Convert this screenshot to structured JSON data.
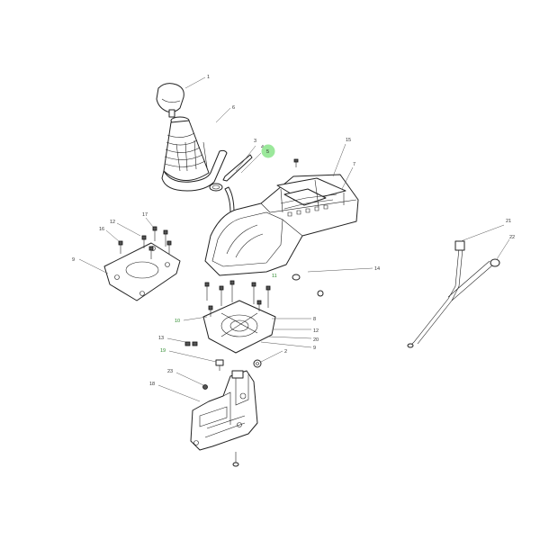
{
  "diagram": {
    "highlight_color": "#9be89b",
    "highlighted_callout": "5",
    "callouts": {
      "c1": "1",
      "c6": "6",
      "c3": "3",
      "c4": "4",
      "c5": "5",
      "c15": "15",
      "c7": "7",
      "c17": "17",
      "c12a": "12",
      "c16": "16",
      "c9a": "9",
      "c11": "11",
      "c14": "14",
      "c21": "21",
      "c22": "22",
      "c10": "10",
      "c8": "8",
      "c12b": "12",
      "c20": "20",
      "c9b": "9",
      "c13": "13",
      "c19": "19",
      "c2": "2",
      "c23": "23",
      "c18": "18"
    }
  }
}
